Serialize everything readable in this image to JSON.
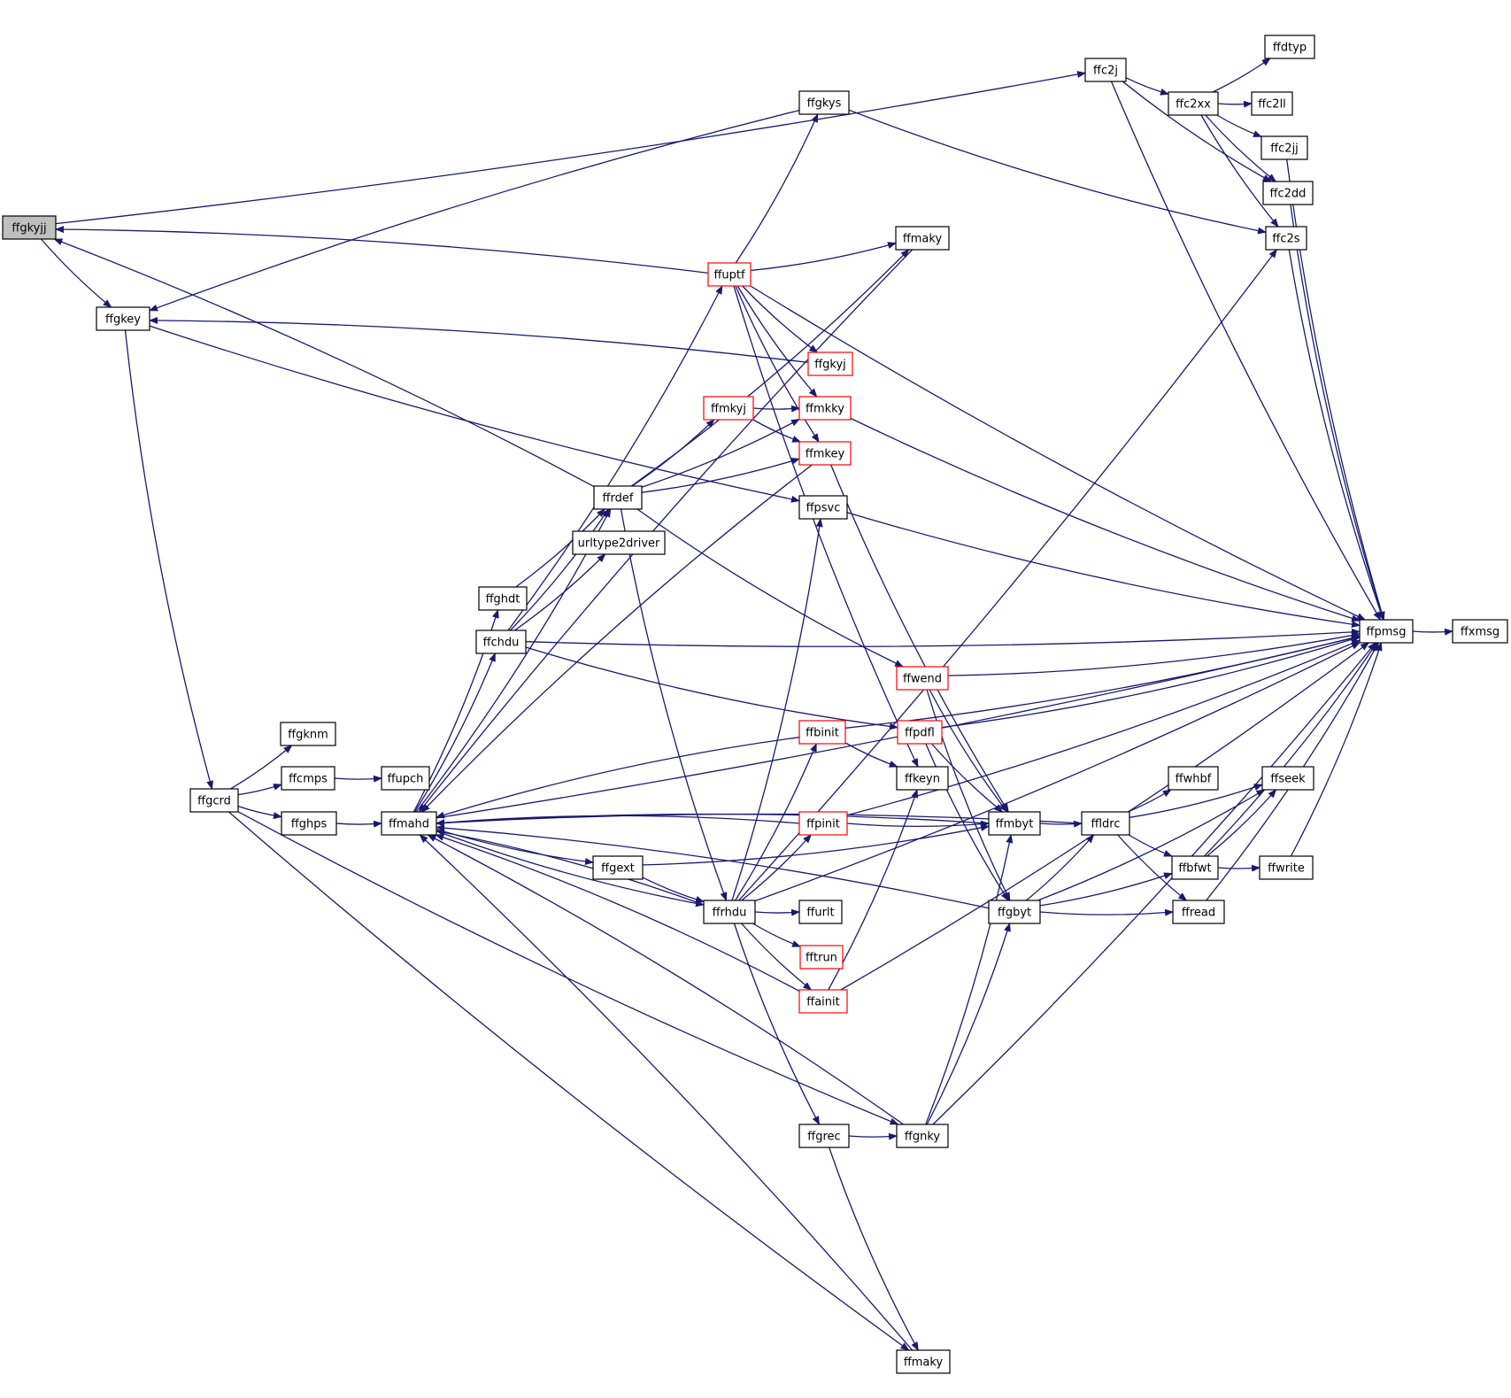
{
  "colors": {
    "edge": "#191970",
    "node_border": "#000000",
    "truncated_border": "#ff0000",
    "root_fill": "#bfbfbf",
    "node_fill": "#ffffff"
  },
  "nodes": [
    {
      "id": "ffgkyjj",
      "label": "ffgkyjj",
      "style": "root"
    },
    {
      "id": "ffgkey",
      "label": "ffgkey",
      "style": "normal"
    },
    {
      "id": "ffc2j",
      "label": "ffc2j",
      "style": "normal"
    },
    {
      "id": "ffgkys",
      "label": "ffgkys",
      "style": "normal"
    },
    {
      "id": "ffdtyp",
      "label": "ffdtyp",
      "style": "normal"
    },
    {
      "id": "ffc2xx",
      "label": "ffc2xx",
      "style": "normal"
    },
    {
      "id": "ffc2ll",
      "label": "ffc2ll",
      "style": "normal"
    },
    {
      "id": "ffc2jj",
      "label": "ffc2jj",
      "style": "normal"
    },
    {
      "id": "ffc2dd",
      "label": "ffc2dd",
      "style": "normal"
    },
    {
      "id": "ffc2s",
      "label": "ffc2s",
      "style": "normal"
    },
    {
      "id": "ffmaky_top",
      "label": "ffmaky",
      "style": "normal"
    },
    {
      "id": "ffuptf",
      "label": "ffuptf",
      "style": "truncated"
    },
    {
      "id": "ffgkyj",
      "label": "ffgkyj",
      "style": "truncated"
    },
    {
      "id": "ffmkyj",
      "label": "ffmkyj",
      "style": "truncated"
    },
    {
      "id": "ffmkky",
      "label": "ffmkky",
      "style": "truncated"
    },
    {
      "id": "ffmkey",
      "label": "ffmkey",
      "style": "truncated"
    },
    {
      "id": "ffrdef",
      "label": "ffrdef",
      "style": "normal"
    },
    {
      "id": "ffpsvc",
      "label": "ffpsvc",
      "style": "normal"
    },
    {
      "id": "urltype2driver",
      "label": "urltype2driver",
      "style": "normal"
    },
    {
      "id": "ffghdt",
      "label": "ffghdt",
      "style": "normal"
    },
    {
      "id": "ffchdu",
      "label": "ffchdu",
      "style": "normal"
    },
    {
      "id": "ffpmsg",
      "label": "ffpmsg",
      "style": "normal"
    },
    {
      "id": "ffxmsg",
      "label": "ffxmsg",
      "style": "normal"
    },
    {
      "id": "ffwend",
      "label": "ffwend",
      "style": "truncated"
    },
    {
      "id": "ffbinit",
      "label": "ffbinit",
      "style": "truncated"
    },
    {
      "id": "ffpdfl",
      "label": "ffpdfl",
      "style": "truncated"
    },
    {
      "id": "ffgknm",
      "label": "ffgknm",
      "style": "normal"
    },
    {
      "id": "ffgcrd",
      "label": "ffgcrd",
      "style": "normal"
    },
    {
      "id": "ffcmps",
      "label": "ffcmps",
      "style": "normal"
    },
    {
      "id": "ffupch",
      "label": "ffupch",
      "style": "normal"
    },
    {
      "id": "ffghps",
      "label": "ffghps",
      "style": "normal"
    },
    {
      "id": "ffmahd",
      "label": "ffmahd",
      "style": "normal"
    },
    {
      "id": "ffkeyn",
      "label": "ffkeyn",
      "style": "normal"
    },
    {
      "id": "ffwhbf",
      "label": "ffwhbf",
      "style": "normal"
    },
    {
      "id": "ffseek",
      "label": "ffseek",
      "style": "normal"
    },
    {
      "id": "ffmbyt",
      "label": "ffmbyt",
      "style": "normal"
    },
    {
      "id": "ffldrc",
      "label": "ffldrc",
      "style": "normal"
    },
    {
      "id": "ffpinit",
      "label": "ffpinit",
      "style": "truncated"
    },
    {
      "id": "ffgext",
      "label": "ffgext",
      "style": "normal"
    },
    {
      "id": "ffbfwt",
      "label": "ffbfwt",
      "style": "normal"
    },
    {
      "id": "ffwrite",
      "label": "ffwrite",
      "style": "normal"
    },
    {
      "id": "ffrhdu",
      "label": "ffrhdu",
      "style": "normal"
    },
    {
      "id": "ffurlt",
      "label": "ffurlt",
      "style": "normal"
    },
    {
      "id": "ffgbyt",
      "label": "ffgbyt",
      "style": "normal"
    },
    {
      "id": "ffread",
      "label": "ffread",
      "style": "normal"
    },
    {
      "id": "fftrun",
      "label": "fftrun",
      "style": "truncated"
    },
    {
      "id": "ffainit",
      "label": "ffainit",
      "style": "truncated"
    },
    {
      "id": "ffgrec",
      "label": "ffgrec",
      "style": "normal"
    },
    {
      "id": "ffgnky",
      "label": "ffgnky",
      "style": "normal"
    },
    {
      "id": "ffmaky_bot",
      "label": "ffmaky",
      "style": "normal"
    }
  ],
  "edges": [
    [
      "ffgkyjj",
      "ffgkey"
    ],
    [
      "ffgkyjj",
      "ffc2j"
    ],
    [
      "ffgkey",
      "ffgcrd"
    ],
    [
      "ffgkey",
      "ffpsvc"
    ],
    [
      "ffc2j",
      "ffpmsg"
    ],
    [
      "ffc2j",
      "ffc2xx"
    ],
    [
      "ffc2j",
      "ffc2dd"
    ],
    [
      "ffgkys",
      "ffgkey"
    ],
    [
      "ffgkys",
      "ffc2s"
    ],
    [
      "ffc2xx",
      "ffdtyp"
    ],
    [
      "ffc2xx",
      "ffc2ll"
    ],
    [
      "ffc2xx",
      "ffc2jj"
    ],
    [
      "ffc2xx",
      "ffc2dd"
    ],
    [
      "ffc2xx",
      "ffc2s"
    ],
    [
      "ffc2jj",
      "ffpmsg"
    ],
    [
      "ffc2dd",
      "ffpmsg"
    ],
    [
      "ffc2s",
      "ffpmsg"
    ],
    [
      "ffmaky_top",
      "ffmahd"
    ],
    [
      "ffuptf",
      "ffgkyjj"
    ],
    [
      "ffuptf",
      "ffgkys"
    ],
    [
      "ffuptf",
      "ffmaky_top"
    ],
    [
      "ffuptf",
      "ffpmsg"
    ],
    [
      "ffuptf",
      "ffgkyj"
    ],
    [
      "ffuptf",
      "ffmkky"
    ],
    [
      "ffuptf",
      "ffmkey"
    ],
    [
      "ffuptf",
      "ffkeyn"
    ],
    [
      "ffgkyj",
      "ffgkey"
    ],
    [
      "ffmkyj",
      "ffmkky"
    ],
    [
      "ffmkyj",
      "ffmkey"
    ],
    [
      "ffmkky",
      "ffpmsg"
    ],
    [
      "ffmkey",
      "ffmahd"
    ],
    [
      "ffmkey",
      "ffmbyt"
    ],
    [
      "ffrdef",
      "ffgkyjj"
    ],
    [
      "ffrdef",
      "ffmaky_top"
    ],
    [
      "ffrdef",
      "ffmkky"
    ],
    [
      "ffrdef",
      "ffmkyj"
    ],
    [
      "ffrdef",
      "ffmkey"
    ],
    [
      "ffrdef",
      "ffwend"
    ],
    [
      "ffrdef",
      "ffrhdu"
    ],
    [
      "ffpsvc",
      "ffpmsg"
    ],
    [
      "ffghdt",
      "ffrdef"
    ],
    [
      "ffchdu",
      "ffrdef"
    ],
    [
      "ffchdu",
      "ffuptf"
    ],
    [
      "ffchdu",
      "urltype2driver"
    ],
    [
      "ffchdu",
      "ffpmsg"
    ],
    [
      "ffchdu",
      "ffpdfl"
    ],
    [
      "ffpmsg",
      "ffxmsg"
    ],
    [
      "ffwend",
      "ffpmsg"
    ],
    [
      "ffwend",
      "ffmbyt"
    ],
    [
      "ffwend",
      "ffgbyt"
    ],
    [
      "ffbinit",
      "ffmahd"
    ],
    [
      "ffbinit",
      "ffpmsg"
    ],
    [
      "ffbinit",
      "ffkeyn"
    ],
    [
      "ffpdfl",
      "ffpmsg"
    ],
    [
      "ffpdfl",
      "ffmbyt"
    ],
    [
      "ffpdfl",
      "ffgbyt"
    ],
    [
      "ffgcrd",
      "ffgknm"
    ],
    [
      "ffgcrd",
      "ffcmps"
    ],
    [
      "ffgcrd",
      "ffghps"
    ],
    [
      "ffgcrd",
      "ffgnky"
    ],
    [
      "ffgcrd",
      "ffmaky_bot"
    ],
    [
      "ffcmps",
      "ffupch"
    ],
    [
      "ffghps",
      "ffmahd"
    ],
    [
      "ffmahd",
      "ffrdef"
    ],
    [
      "ffmahd",
      "ffghdt"
    ],
    [
      "ffmahd",
      "ffchdu"
    ],
    [
      "ffmahd",
      "ffgext"
    ],
    [
      "ffmahd",
      "ffrhdu"
    ],
    [
      "ffmahd",
      "ffpmsg"
    ],
    [
      "ffldrc",
      "ffmahd"
    ],
    [
      "ffldrc",
      "ffwhbf"
    ],
    [
      "ffldrc",
      "ffseek"
    ],
    [
      "ffldrc",
      "ffbfwt"
    ],
    [
      "ffldrc",
      "ffread"
    ],
    [
      "ffmbyt",
      "ffmahd"
    ],
    [
      "ffmbyt",
      "ffldrc"
    ],
    [
      "ffpinit",
      "ffmahd"
    ],
    [
      "ffpinit",
      "ffpmsg"
    ],
    [
      "ffpinit",
      "ffmbyt"
    ],
    [
      "ffgext",
      "ffrhdu"
    ],
    [
      "ffgext",
      "ffmbyt"
    ],
    [
      "ffbfwt",
      "ffseek"
    ],
    [
      "ffbfwt",
      "ffwrite"
    ],
    [
      "ffbfwt",
      "ffpmsg"
    ],
    [
      "ffwrite",
      "ffpmsg"
    ],
    [
      "ffrhdu",
      "ffmahd"
    ],
    [
      "ffrhdu",
      "ffc2s"
    ],
    [
      "ffrhdu",
      "ffpsvc"
    ],
    [
      "ffrhdu",
      "ffbinit"
    ],
    [
      "ffrhdu",
      "ffpinit"
    ],
    [
      "ffrhdu",
      "ffurlt"
    ],
    [
      "ffrhdu",
      "fftrun"
    ],
    [
      "ffrhdu",
      "ffainit"
    ],
    [
      "ffrhdu",
      "ffgrec"
    ],
    [
      "ffrhdu",
      "ffpmsg"
    ],
    [
      "ffgbyt",
      "ffseek"
    ],
    [
      "ffgbyt",
      "ffldrc"
    ],
    [
      "ffgbyt",
      "ffbfwt"
    ],
    [
      "ffgbyt",
      "ffread"
    ],
    [
      "ffgbyt",
      "ffmahd"
    ],
    [
      "ffread",
      "ffpmsg"
    ],
    [
      "ffainit",
      "ffmahd"
    ],
    [
      "ffainit",
      "ffkeyn"
    ],
    [
      "ffainit",
      "ffpmsg"
    ],
    [
      "ffgrec",
      "ffgnky"
    ],
    [
      "ffgrec",
      "ffmaky_bot"
    ],
    [
      "ffgnky",
      "ffmahd"
    ],
    [
      "ffgnky",
      "ffmbyt"
    ],
    [
      "ffgnky",
      "ffgbyt"
    ],
    [
      "ffgnky",
      "ffpmsg"
    ],
    [
      "ffmaky_bot",
      "ffmahd"
    ]
  ]
}
